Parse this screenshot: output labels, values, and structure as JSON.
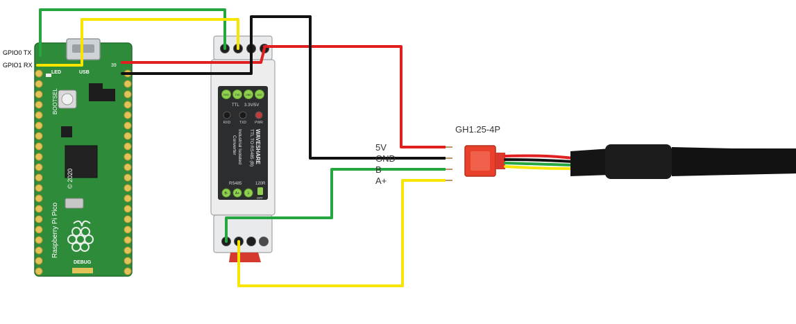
{
  "pico": {
    "left_labels": [
      "GPIO0 TX",
      "GPIO1 RX"
    ],
    "silkscreen": {
      "led": "LED",
      "usb": "USB",
      "pin39": "39",
      "bootsel": "BOOTSEL",
      "brand": "Raspberry Pi Pico",
      "copyright": "© 2020",
      "debug": "DEBUG"
    }
  },
  "converter": {
    "top_terminals": [
      "RXD",
      "TXD",
      "GND",
      "VCC"
    ],
    "ttl_label": "TTL",
    "voltage_label": "3.3V/5V",
    "leds": [
      "RXD",
      "TXD",
      "PWR"
    ],
    "brand": "WAVESHARE",
    "model": "TTL TO RS485 (B)",
    "desc_1": "Industrial Isolated",
    "desc_2": "Converter",
    "rs485_label": "RS485",
    "res_label": "120R",
    "switch_label": "OFF",
    "bottom_terminals": [
      "B-",
      "A+",
      "⏚"
    ]
  },
  "cable": {
    "connector_label": "GH1.25-4P",
    "wire_labels": [
      "5V",
      "GND",
      "B",
      "A+"
    ]
  },
  "colors": {
    "wire_green": "#26a641",
    "wire_yellow": "#f7e500",
    "wire_red": "#e02020",
    "wire_black": "#111111",
    "pcb_green": "#2e8b3a",
    "connector_red": "#e8402a"
  }
}
